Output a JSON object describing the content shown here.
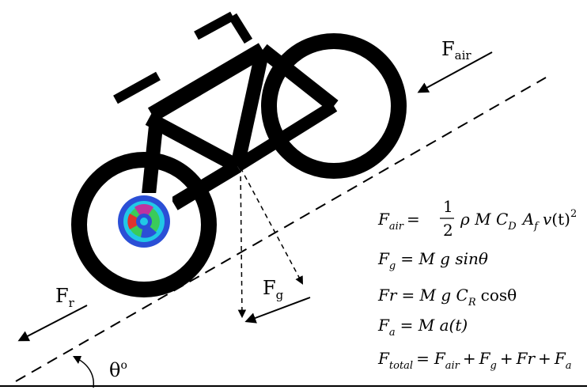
{
  "forces": {
    "air": {
      "base": "F",
      "sub": "air"
    },
    "gravity": {
      "base": "F",
      "sub": "g"
    },
    "rolling": {
      "base": "F",
      "sub": "r"
    }
  },
  "angle": {
    "symbol": "θ",
    "unit": "o"
  },
  "equations": {
    "air": {
      "lhs_base": "F",
      "lhs_sub": "air",
      "eq": "=",
      "num": "1",
      "den": "2",
      "terms": "ρ M C",
      "cd_sub": "D",
      "af": "A",
      "af_sub": "f",
      "v": "v",
      "t": "(t)",
      "sq": "2"
    },
    "gravity": {
      "lhs_base": "F",
      "lhs_sub": "g",
      "rhs": "= M g sinθ"
    },
    "rolling": {
      "lhs": "Fr",
      "rhs_a": "= M g C",
      "cr_sub": "R",
      "rhs_b": "cosθ"
    },
    "accel": {
      "lhs_base": "F",
      "lhs_sub": "a",
      "rhs": "= M a(t)"
    },
    "total": {
      "lhs_base": "F",
      "lhs_sub": "total",
      "eq": "=",
      "t1": "F",
      "t1_sub": "air",
      "plus1": "+",
      "t2": "F",
      "t2_sub": "g",
      "plus2": "+",
      "t3": "Fr",
      "plus3": "+",
      "t4": "F",
      "t4_sub": "a"
    }
  },
  "colors": {
    "ink": "#000000",
    "hub_blue": "#2b4fd6",
    "hub_cyan": "#21c8e6",
    "hub_green": "#3acb5a",
    "hub_red": "#e0322c",
    "hub_magenta": "#c0339e"
  }
}
